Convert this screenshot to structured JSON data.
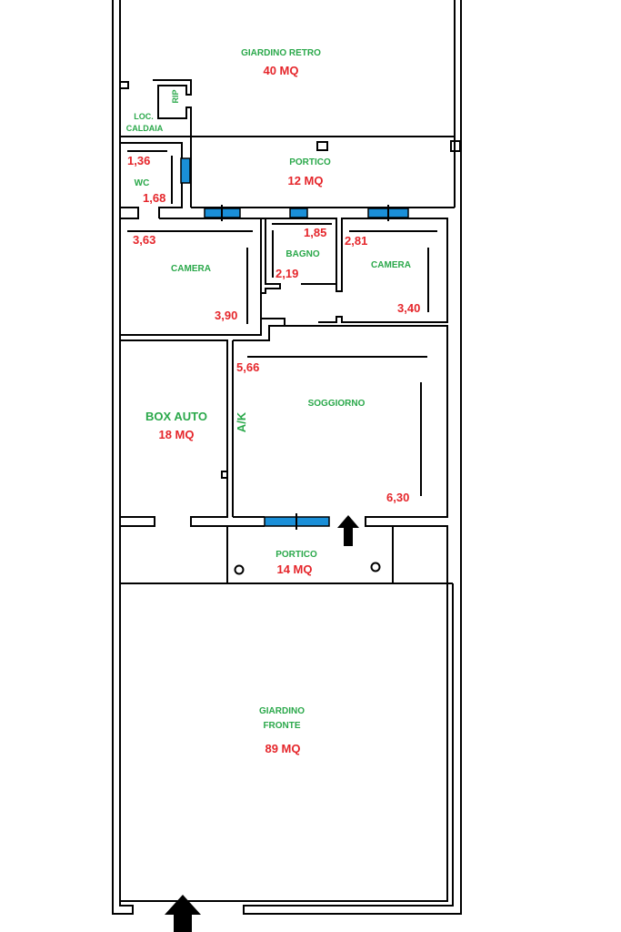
{
  "rooms": {
    "giardino_retro": {
      "name": "GIARDINO RETRO",
      "area": "40 MQ"
    },
    "loc_caldaia": {
      "name_line1": "LOC.",
      "name_line2": "CALDAIA"
    },
    "rip": {
      "name": "RIP"
    },
    "wc": {
      "name": "WC",
      "dim1": "1,36",
      "dim2": "1,68"
    },
    "portico_retro": {
      "name": "PORTICO",
      "area": "12 MQ"
    },
    "camera_left": {
      "name": "CAMERA",
      "dim1": "3,63",
      "dim2": "3,90"
    },
    "bagno": {
      "name": "BAGNO",
      "dim1": "1,85",
      "dim2": "2,19"
    },
    "camera_right": {
      "name": "CAMERA",
      "dim1": "2,81",
      "dim2": "3,40"
    },
    "box_auto": {
      "name": "BOX AUTO",
      "area": "18 MQ"
    },
    "soggiorno": {
      "name": "SOGGIORNO",
      "dim1": "5,66",
      "dim2": "6,30",
      "kitchen": "A/K"
    },
    "portico_fronte": {
      "name": "PORTICO",
      "area": "14 MQ"
    },
    "giardino_fronte": {
      "name_line1": "GIARDINO",
      "name_line2": "FRONTE",
      "area": "89 MQ"
    }
  },
  "colors": {
    "label": "#2aa84a",
    "dimension": "#e5262b",
    "window": "#1a8fd8"
  }
}
